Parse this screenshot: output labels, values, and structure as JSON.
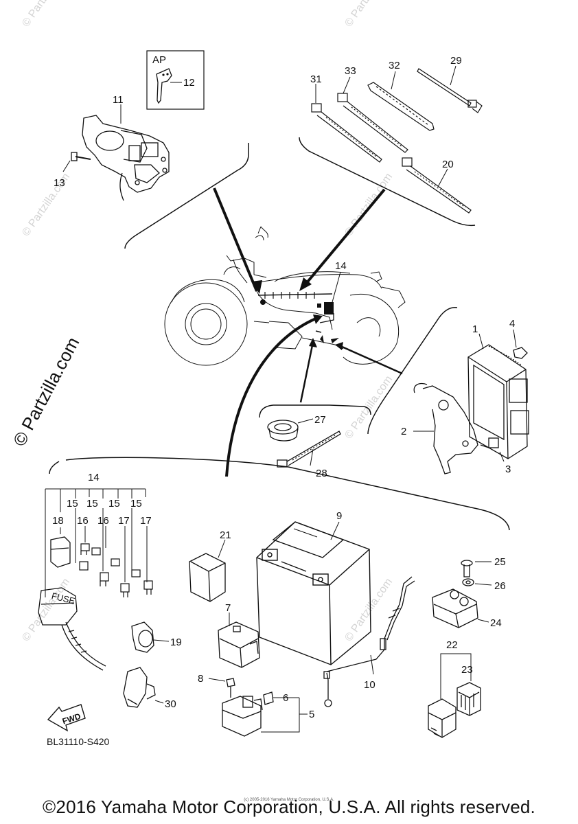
{
  "labels": {
    "ap": "AP",
    "n1": "1",
    "n2": "2",
    "n3": "3",
    "n4": "4",
    "n5": "5",
    "n6": "6",
    "n7": "7",
    "n8": "8",
    "n9": "9",
    "n10": "10",
    "n11": "11",
    "n12": "12",
    "n13": "13",
    "n14": "14",
    "n15": "15",
    "n16": "16",
    "n17": "17",
    "n18": "18",
    "n19": "19",
    "n20": "20",
    "n21": "21",
    "n22": "22",
    "n23": "23",
    "n24": "24",
    "n25": "25",
    "n26": "26",
    "n27": "27",
    "n28": "28",
    "n29": "29",
    "n30": "30",
    "n31": "31",
    "n32": "32",
    "n33": "33",
    "fwd": "FWD",
    "fuse": "FUSE"
  },
  "watermark": {
    "side_text": "© Partzilla.com",
    "faint_text": "© Partzilla.com"
  },
  "footer": {
    "part_code": "BL31110-S420",
    "copyright": "©2016 Yamaha Motor Corporation, U.S.A. All rights reserved.",
    "small_note": "(c) 2005-2016 Yamaha Motor Corporation, U.S.A."
  }
}
